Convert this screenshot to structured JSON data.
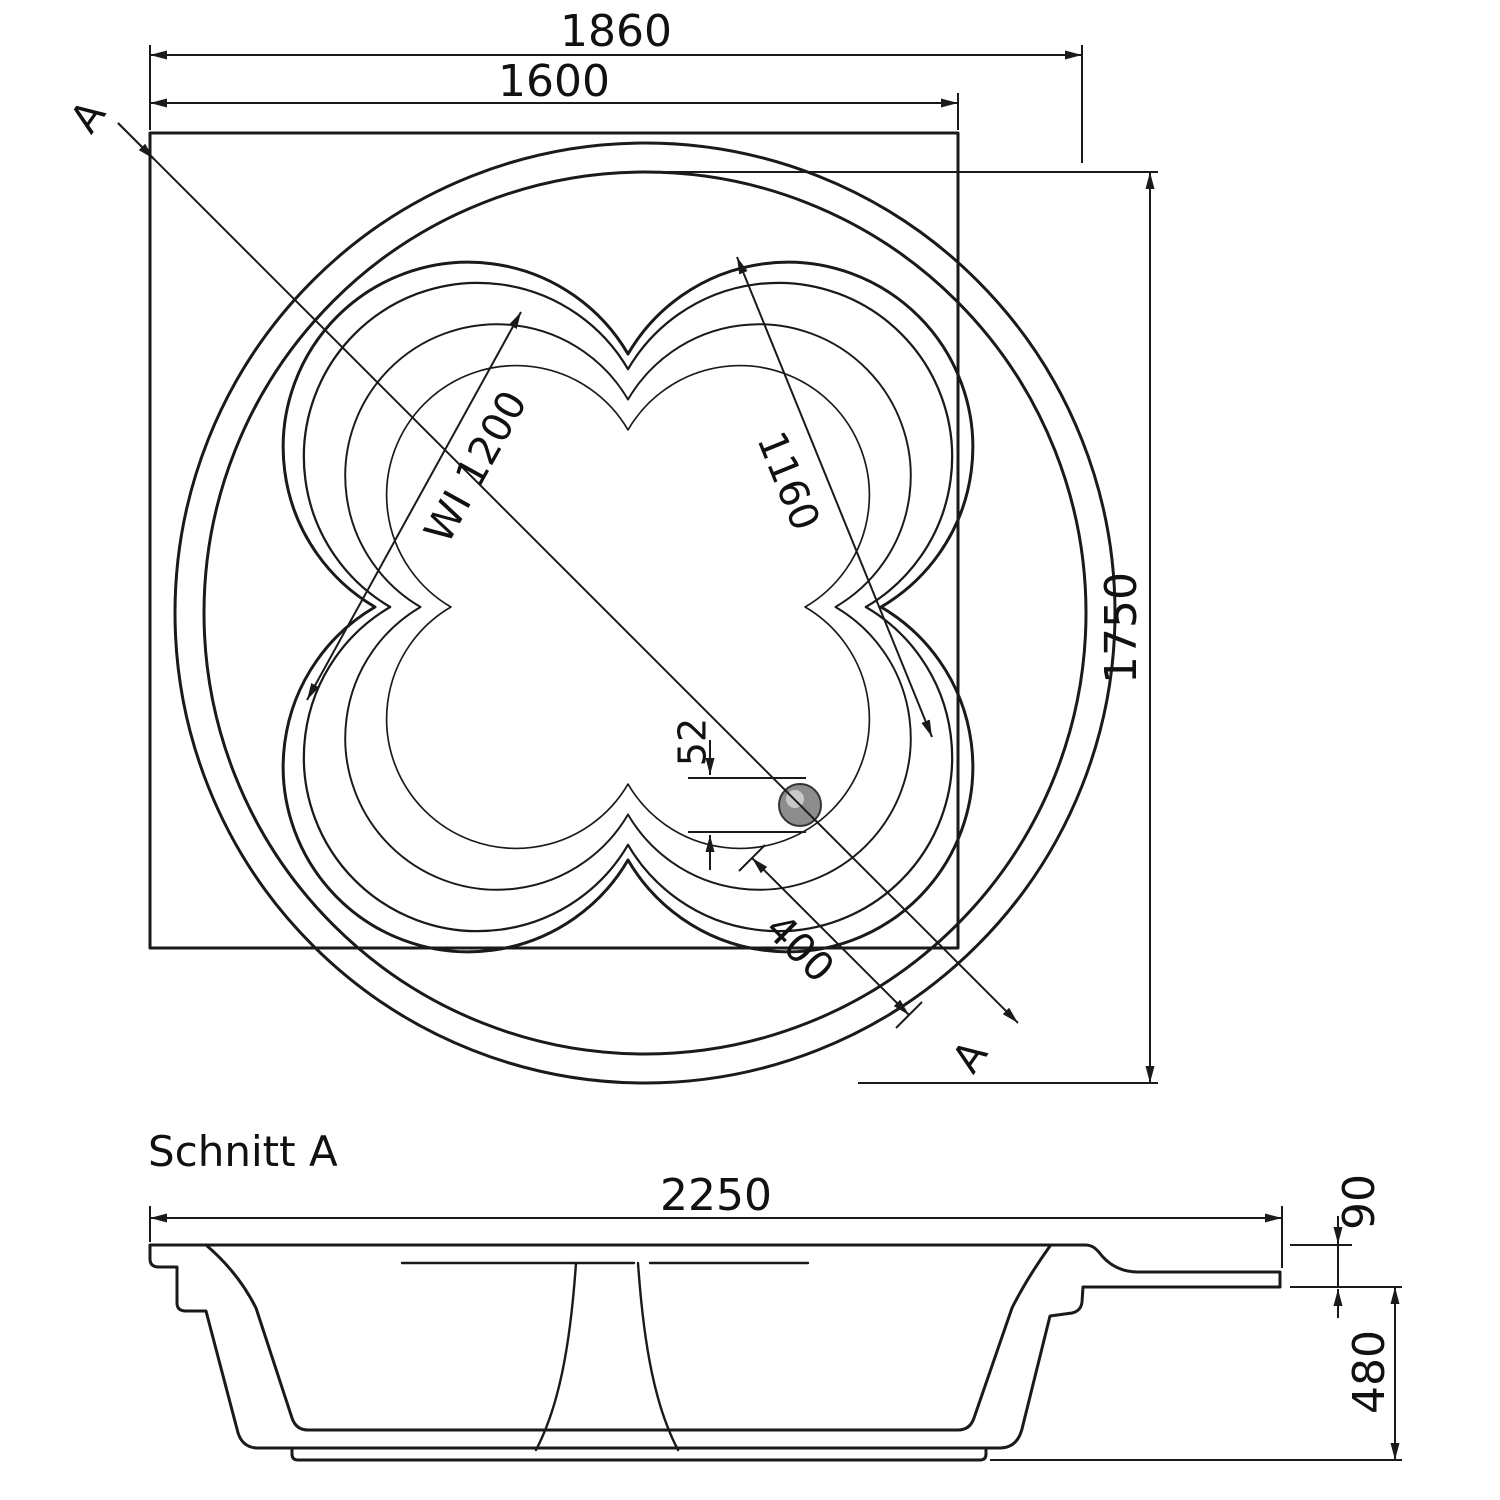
{
  "colors": {
    "line": "#1a1a1a",
    "background": "#ffffff",
    "drain_fill": "#8d8d8d",
    "drain_highlight": "#c9c9c9"
  },
  "top_view": {
    "dim_overall_width": "1860",
    "dim_inner_width": "1600",
    "dim_overall_height": "1750",
    "dim_diagonal_width": "WI 1200",
    "dim_basin_diagonal": "1160",
    "dim_drain_offset": "52",
    "dim_drain_distance": "400",
    "section_marker_top": "A",
    "section_marker_bottom": "A"
  },
  "section_view": {
    "title": "Schnitt A",
    "dim_total_width": "2250",
    "dim_rim_height": "90",
    "dim_body_depth": "480"
  }
}
